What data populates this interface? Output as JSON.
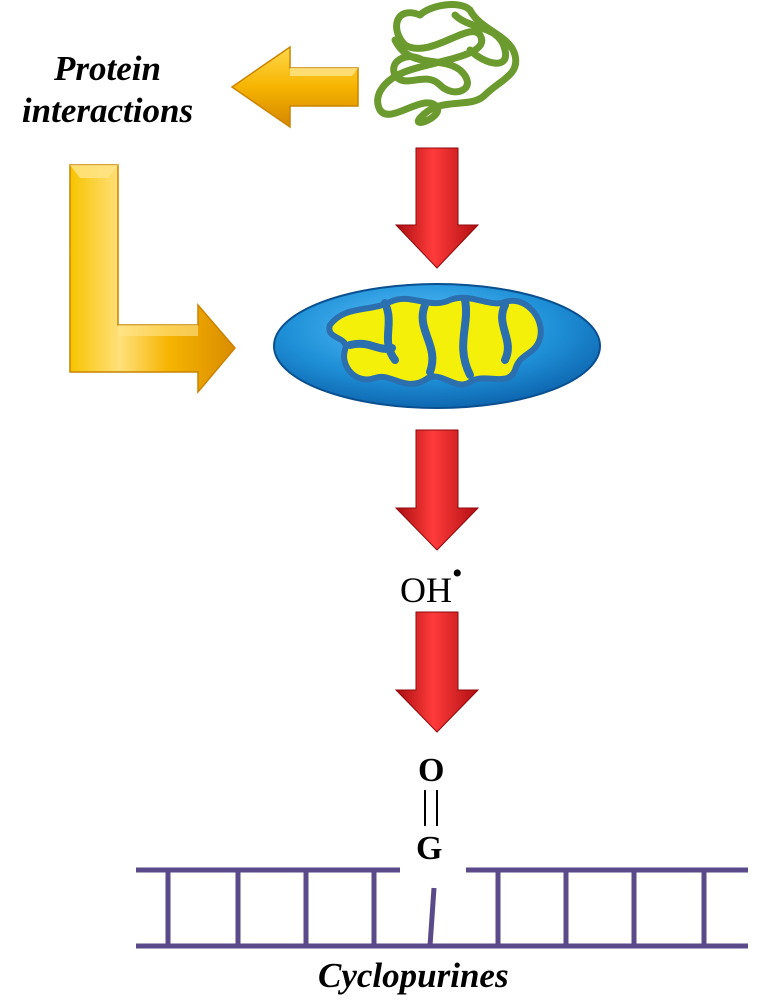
{
  "labels": {
    "protein_line1": "Protein",
    "protein_line2": "interactions",
    "oh": "OH",
    "oh_dot": "•",
    "o": "O",
    "g": "G",
    "cyclopurines": "Cyclopurines"
  },
  "colors": {
    "red_arrow": "#e3161b",
    "gold_arrow": "#f6b400",
    "protein_scribble": "#6b9a2e",
    "mito_outer": "#1e8fd6",
    "mito_inner": "#f5f00a",
    "dna_ladder": "#5a4a8a"
  },
  "icons": [
    "protein-coil-icon",
    "mitochondrion-icon",
    "dna-ladder-icon"
  ]
}
